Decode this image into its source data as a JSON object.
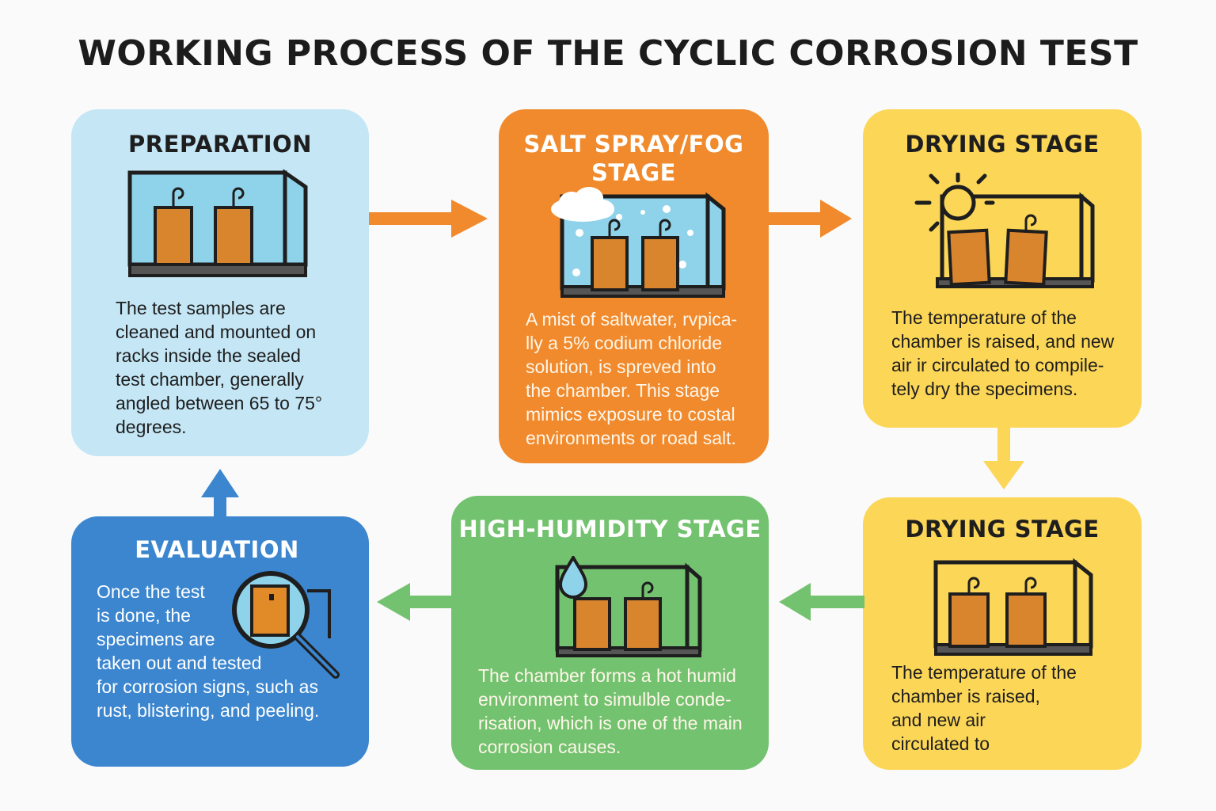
{
  "title": "WORKING PROCESS OF THE CYCLIC CORROSION TEST",
  "colors": {
    "preparation": "#c4e6f5",
    "salt_spray": "#f08a2c",
    "drying": "#fcd657",
    "humidity": "#73c26f",
    "evaluation": "#3b86cf",
    "specimen": "#d9852e",
    "chamber_glass": "#8fd3ea"
  },
  "steps": {
    "preparation": {
      "title": "PREPARATION",
      "text": [
        "The test samples are",
        "cleaned and mounted on",
        "racks inside the sealed",
        "test chamber, generally",
        "angled between 65 to 75°",
        "degrees."
      ]
    },
    "salt_spray": {
      "title_line1": "SALT SPRAY/FOG",
      "title_line2": "STAGE",
      "text": [
        "A mist of saltwater, rvpica-",
        "lly a 5% codium chloride",
        "solution, is spreved into",
        "the chamber. This stage",
        "mimics exposure to costal",
        "environments or road salt."
      ]
    },
    "drying_1": {
      "title": "DRYING STAGE",
      "text": [
        "The temperature of the",
        "chamber is raised, and new",
        "air ir circulated to compile-",
        "tely dry the specimens."
      ]
    },
    "drying_2": {
      "title": "DRYING STAGE",
      "text": [
        "The temperature of the",
        "chamber is raised,",
        "and new air",
        "circulated to"
      ]
    },
    "humidity": {
      "title": "HIGH-HUMIDITY STAGE",
      "text": [
        "The chamber forms a hot humid",
        "environment to simulble conde-",
        "risation, which is one of the main",
        "corrosion causes."
      ]
    },
    "evaluation": {
      "title": "EVALUATION",
      "text": [
        "Once the test",
        "is done, the",
        "specimens are",
        "taken out and tested",
        "for corrosion signs, such as",
        "rust, blistering, and peeling."
      ]
    }
  },
  "icons": {
    "preparation": "chamber-icon",
    "salt_spray": "spray-chamber-icon",
    "drying_1": "sun-chamber-icon",
    "drying_2": "chamber-icon",
    "humidity": "droplet-chamber-icon",
    "evaluation": "magnifier-icon"
  }
}
